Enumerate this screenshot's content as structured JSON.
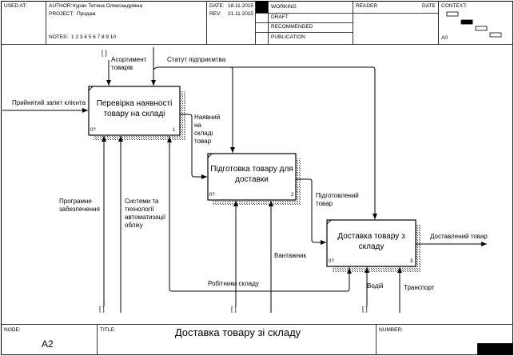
{
  "header": {
    "used_at": "USED AT:",
    "author_label": "AUTHOR:",
    "author": "Курач Тетяна Олександрівна",
    "project_label": "PROJECT:",
    "project": "Продаж",
    "notes_label": "NOTES:",
    "notes": "1  2  3  4  5  6  7  8  9  10",
    "date_label": "DATE:",
    "date": "18.11.2015",
    "rev_label": "REV:",
    "rev": "21.11.2015",
    "status": [
      "WORKING",
      "DRAFT",
      "RECOMMENDED",
      "PUBLICATION"
    ],
    "reader_label": "READER",
    "reader_date_label": "DATE",
    "context_label": "CONTEXT:",
    "context_node": "A0"
  },
  "boxes": [
    {
      "title": "Перевірка наявності товару на складі",
      "num": "1",
      "cost": "0?"
    },
    {
      "title": "Підготовка товару для доставки",
      "num": "2",
      "cost": "0?"
    },
    {
      "title": "Доставка товару з складу",
      "num": "3",
      "cost": "0?"
    }
  ],
  "arrows": {
    "input_request": "Прийнятий запит клієнта",
    "assortment": "Асортимент товарів",
    "status": "Статут підприємтва",
    "available": "Наявний на складі товар",
    "prepared": "Підготовлений товар",
    "delivered": "Доставлений товар",
    "software": "Програмне забезпечення",
    "systems": "Системи та технології автоматизації обліку",
    "loader": "Вантажник",
    "workers": "Робітники складу",
    "driver": "Водій",
    "transport": "Транспорт"
  },
  "tunnel_mark": "[ ]",
  "footer": {
    "node_label": "NODE:",
    "node": "A2",
    "title_label": "TITLE:",
    "title": "Доставка товару  зі складу",
    "number_label": "NUMBER:"
  }
}
